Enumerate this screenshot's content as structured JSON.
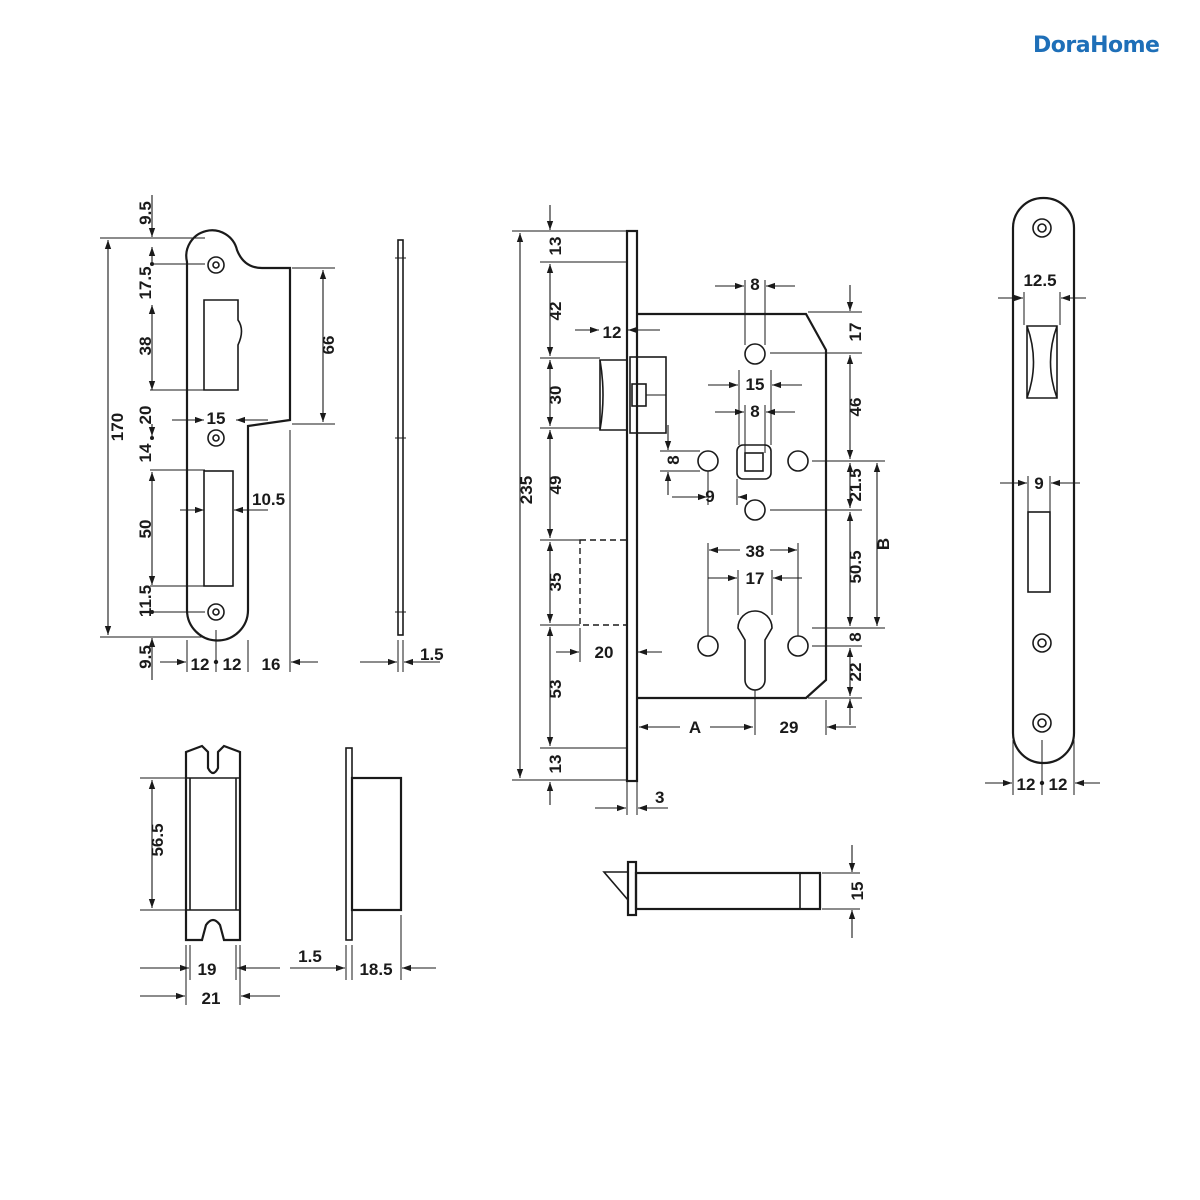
{
  "brand": {
    "name_part1": "D",
    "name_part2": "ra",
    "name_part3": "Home",
    "color": "#1e6fb8",
    "accent_dot_color": "#3aa7e0"
  },
  "views": {
    "strike_plate": {
      "dims": [
        "9.5",
        "17.5",
        "38",
        "20",
        "15",
        "14",
        "50",
        "10.5",
        "11.5",
        "9.5",
        "12",
        "12",
        "16",
        "170",
        "66"
      ]
    },
    "strike_side": {
      "dims": [
        "1.5"
      ]
    },
    "lock_body": {
      "dims": [
        "13",
        "42",
        "12",
        "30",
        "49",
        "35",
        "20",
        "53",
        "13",
        "235",
        "3",
        "8",
        "15",
        "8",
        "8",
        "9",
        "38",
        "17",
        "17",
        "46",
        "21.5",
        "50.5",
        "8",
        "22",
        "B",
        "A",
        "29"
      ]
    },
    "faceplate": {
      "dims": [
        "12.5",
        "9",
        "12",
        "12"
      ]
    },
    "box_front": {
      "dims": [
        "56.5",
        "19",
        "21"
      ]
    },
    "box_side": {
      "dims": [
        "1.5",
        "18.5"
      ]
    },
    "bolt": {
      "dims": [
        "15"
      ]
    }
  }
}
